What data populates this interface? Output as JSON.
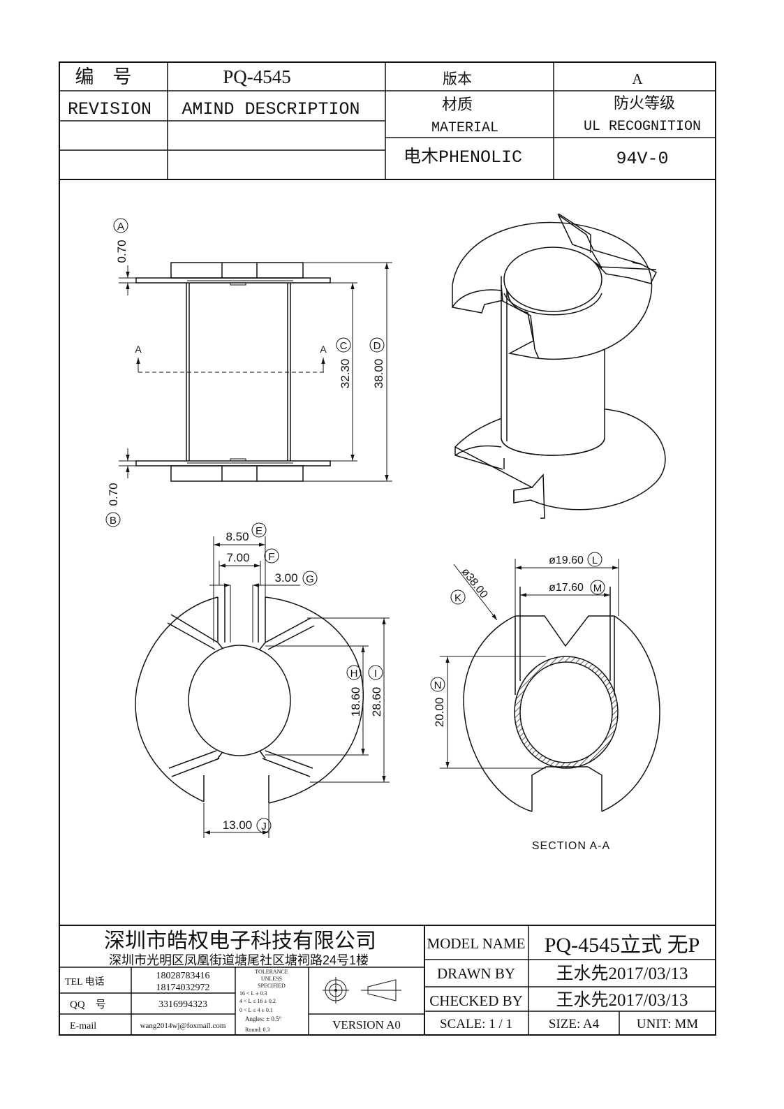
{
  "header": {
    "code_label": "编　号",
    "code_value": "PQ-4545",
    "version_label": "版本",
    "version_value": "A",
    "revision_label": "REVISION",
    "description_label": "AMIND DESCRIPTION",
    "material_label_cn": "材质",
    "material_label_en": "MATERIAL",
    "material_value": "电木PHENOLIC",
    "ul_label_cn": "防火等级",
    "ul_label_en": "UL RECOGNITION",
    "ul_value": "94V-0"
  },
  "drawing": {
    "callouts": [
      "A",
      "B",
      "C",
      "D",
      "E",
      "F",
      "G",
      "H",
      "I",
      "J",
      "K",
      "L",
      "M",
      "N"
    ],
    "dimensions": {
      "A": "0.70",
      "B": "0.70",
      "C": "32.30",
      "D": "38.00",
      "E": "8.50",
      "F": "7.00",
      "G": "3.00",
      "H": "18.60",
      "I": "28.60",
      "J": "13.00",
      "K": "ø38.00",
      "L": "ø19.60",
      "M": "ø17.60",
      "N": "20.00"
    },
    "section_marker": "A",
    "section_label": "SECTION A-A"
  },
  "title_block": {
    "company_name": "深圳市皓权电子科技有限公司",
    "company_address": "深圳市光明区凤凰街道塘尾社区塘祠路24号1楼",
    "tel_label": "TEL 电话",
    "tel_1": "18028783416",
    "tel_2": "18174032972",
    "qq_label": "QQ　号",
    "qq_value": "3316994323",
    "email_label": "E-mail",
    "email_value": "wang2014wj@foxmail.com",
    "tolerance": {
      "title_1": "TOLERANCE",
      "title_2": "UNLESS",
      "title_3": "SPECIFIED",
      "row_1": "16 < L      ± 0.3",
      "row_2": "4 < L ≤ 16   ± 0.2",
      "row_3": "0 < L ≤ 4    ± 0.1",
      "angles": "Angles: ± 0.5°",
      "round": "Round: 0.3"
    },
    "version_block": "VERSION A0",
    "model_label": "MODEL NAME",
    "model_value": "PQ-4545立式 无P",
    "drawn_label": "DRAWN BY",
    "drawn_value": "王水先2017/03/13",
    "checked_label": "CHECKED BY",
    "checked_value": "王水先2017/03/13",
    "scale": "SCALE:  1 / 1",
    "size": "SIZE:  A4",
    "unit": "UNIT:  MM"
  }
}
